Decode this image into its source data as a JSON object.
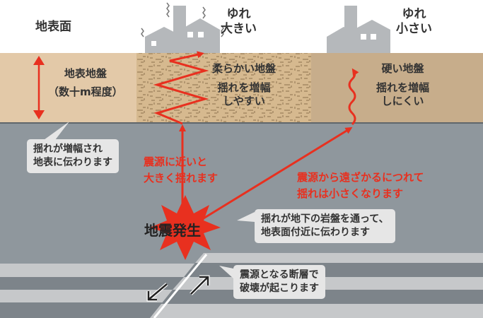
{
  "title": "地表面",
  "shaking_large": {
    "line1": "ゆれ",
    "line2": "大きい"
  },
  "shaking_small": {
    "line1": "ゆれ",
    "line2": "小さい"
  },
  "surface_ground": {
    "line1": "地表地盤",
    "line2": "（数十m程度）"
  },
  "soft_ground": {
    "title": "柔らかい地盤",
    "line1": "揺れを増幅",
    "line2": "しやすい"
  },
  "hard_ground": {
    "title": "硬い地盤",
    "line1": "揺れを増幅",
    "line2": "しにくい"
  },
  "callout_amplify": {
    "line1": "揺れが増幅され",
    "line2": "地表に伝わります"
  },
  "near_source": {
    "line1": "震源に近いと",
    "line2": "大きく揺れます"
  },
  "far_source": {
    "line1": "震源から遠ざかるにつれて",
    "line2": "揺れは小さくなります"
  },
  "earthquake": "地震発生",
  "callout_bedrock": {
    "line1": "揺れが地下の岩盤を通って、",
    "line2": "地表面付近に伝わります"
  },
  "callout_fault": {
    "line1": "震源となる断層で",
    "line2": "破壊が起こります"
  },
  "colors": {
    "sky": "#ffffff",
    "soft_ground": "#e3c9a8",
    "hard_ground": "#c7ad8b",
    "bedrock": "#8f979d",
    "accent_red": "#e8301f",
    "callout_bg": "#e6e6e6"
  }
}
